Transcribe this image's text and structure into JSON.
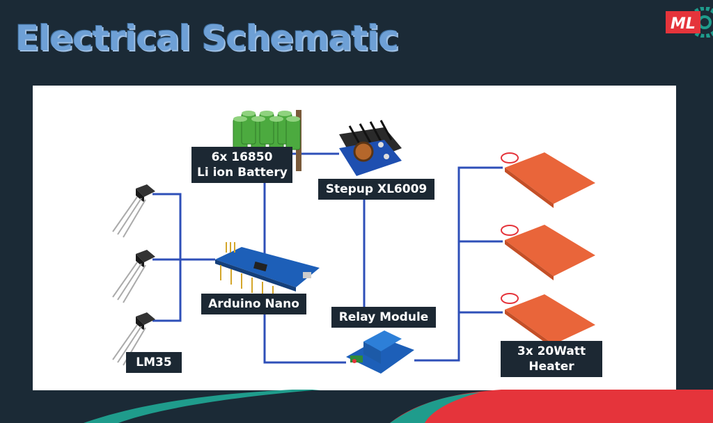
{
  "slide": {
    "title": "Electrical Schematic",
    "logo_text": "ML"
  },
  "labels": {
    "battery_line1": "6x 16850",
    "battery_line2": "Li ion Battery",
    "stepup": "Stepup XL6009",
    "arduino": "Arduino Nano",
    "relay": "Relay Module",
    "lm35": "LM35",
    "heater_line1": "3x 20Watt",
    "heater_line2": "Heater"
  },
  "colors": {
    "background": "#1b2a36",
    "title": "#6ea0d6",
    "wire": "#2e4fb8",
    "label_bg": "#1c2833",
    "heater": "#e9653a",
    "accent_red": "#e5343b",
    "accent_teal": "#1f9c8c"
  }
}
